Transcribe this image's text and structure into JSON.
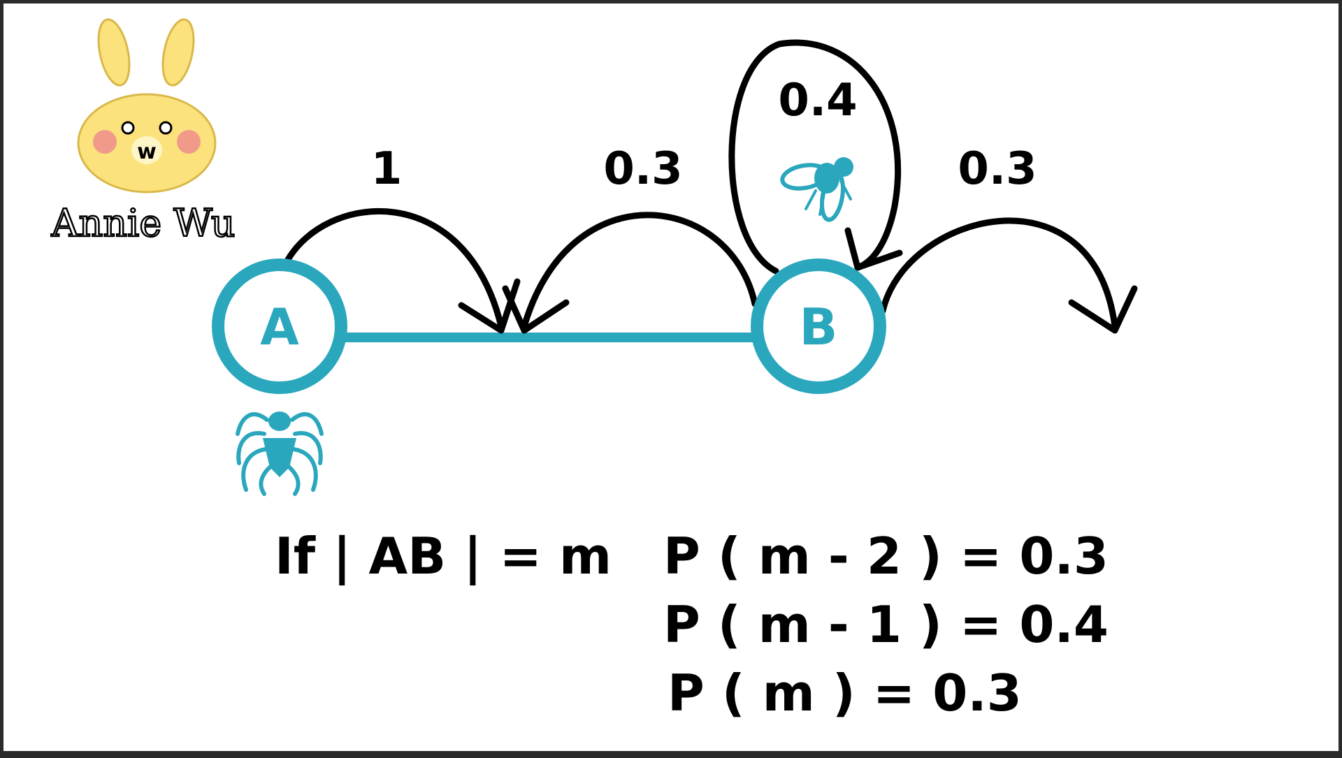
{
  "colors": {
    "accent": "#2aa7bd",
    "ink": "#000000",
    "background": "#ffffff",
    "frame": "#2b2b2b",
    "mascot_face": "#fbe27c",
    "mascot_cheek": "#f29a8a"
  },
  "watermark": {
    "text": "Annie Wu",
    "mascot_mouth": "w"
  },
  "nodes": {
    "a_label": "A",
    "b_label": "B"
  },
  "edges": {
    "a_to_mid_label": "1",
    "b_to_mid_label": "0.3",
    "b_self_label": "0.4",
    "b_forward_label": "0.3"
  },
  "icons": {
    "spider": "spider-icon",
    "fly": "fly-icon"
  },
  "equations": {
    "condition": "If | AB | = m",
    "line1": "P ( m - 2 ) = 0.3",
    "line2": "P ( m - 1 ) = 0.4",
    "line3": "P ( m ) = 0.3"
  }
}
